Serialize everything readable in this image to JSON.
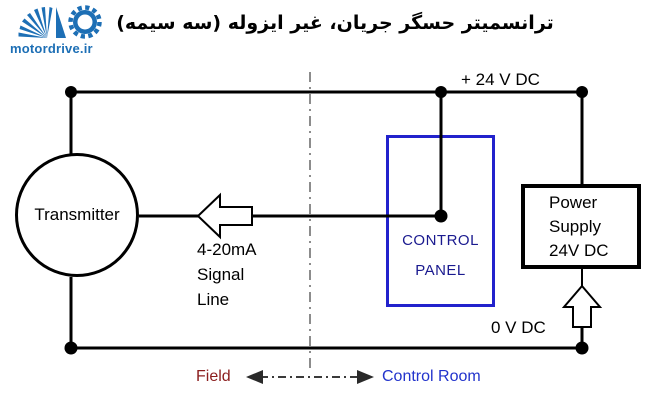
{
  "header": {
    "logo": {
      "text": "motordrive.ir",
      "color": "#1d6fb5",
      "icon": "fan-gear-logo"
    },
    "title": "ترانسمیتر حسگر جریان، غیر ایزوله (سه سیمه)"
  },
  "diagram": {
    "transmitter": {
      "label": "Transmitter"
    },
    "control_panel": {
      "line1": "CONTROL",
      "line2": "PANEL",
      "border_color": "#2222cc",
      "text_color": "#1a1a8f"
    },
    "power_supply": {
      "label": "Power\nSupply\n24V DC"
    },
    "labels": {
      "top_rail": "+ 24 V DC",
      "bottom_rail": "0 V DC",
      "signal": "4-20mA\nSignal\nLine"
    },
    "legend": {
      "field": {
        "label": "Field",
        "color": "#8b1e1e"
      },
      "control_room": {
        "label": "Control Room",
        "color": "#2233cc"
      },
      "boundary_line_color": "#8c8c8c"
    },
    "wire_color": "#000000"
  }
}
